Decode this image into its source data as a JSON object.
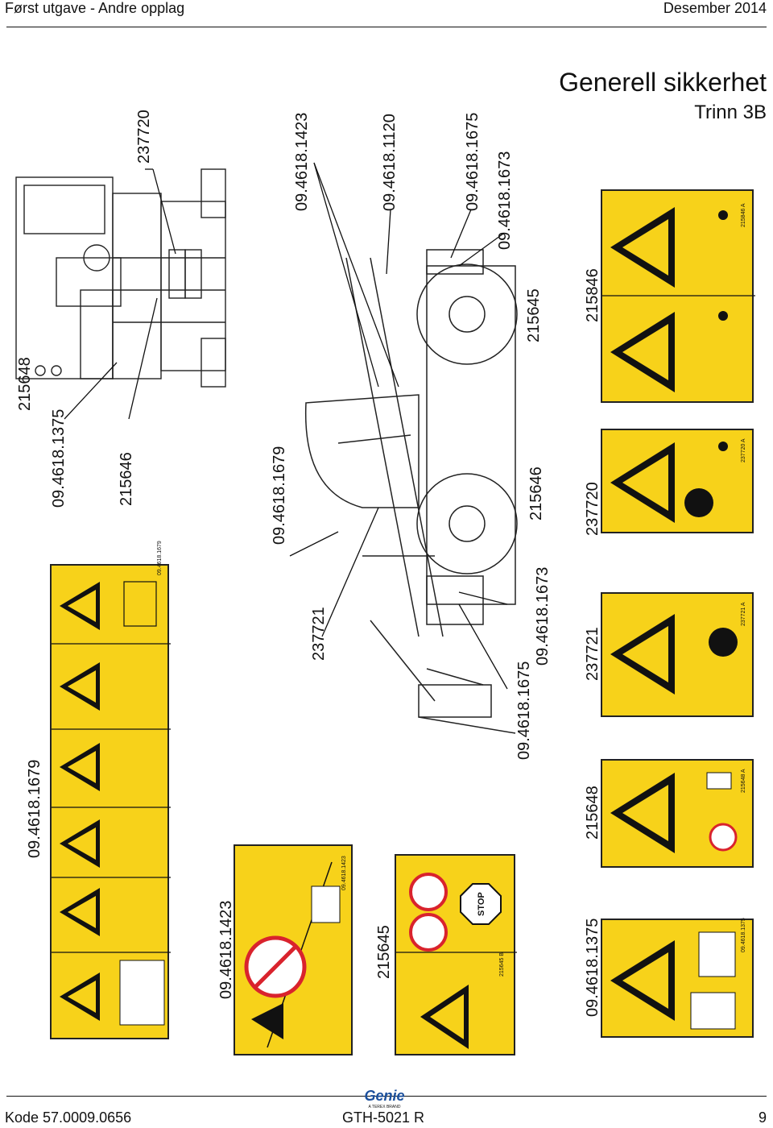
{
  "header": {
    "left": "Først utgave - Andre opplag",
    "right": "Desember 2014"
  },
  "title": {
    "main": "Generell sikkerhet",
    "sub": "Trinn 3B"
  },
  "labels": {
    "l_215648_top": "215648",
    "l_4618_1375_top": "09.4618.1375",
    "l_215646_top": "215646",
    "l_237720_top": "237720",
    "l_4618_1679_mid": "09.4618.1679",
    "l_4618_1423_top": "09.4618.1423",
    "l_4618_1120": "09.4618.1120",
    "l_4618_1675_top": "09.4618.1675",
    "l_4618_1673_top": "09.4618.1673",
    "l_215645_mid": "215645",
    "l_215646_right": "215646",
    "l_237721_mid": "237721",
    "l_4618_1673_mid": "09.4618.1673",
    "l_4618_1675_mid": "09.4618.1675",
    "l_215846": "215846",
    "l_237720_right": "237720",
    "l_237721_right": "237721",
    "l_215648_right": "215648",
    "l_4618_1375_bottom": "09.4618.1375",
    "l_4618_1679_left": "09.4618.1679",
    "l_4618_1423_left": "09.4618.1423",
    "l_215645_left": "215645"
  },
  "decals": {
    "d1679": {
      "code": "09.4618.1679"
    },
    "d1423": {
      "code": "09.4618.1423"
    },
    "d215645": {
      "code": "215645 B",
      "stop": "STOP"
    },
    "d215846": {
      "code": "215846 A"
    },
    "d237720": {
      "code": "237720 A"
    },
    "d237721": {
      "code": "237721 A"
    },
    "d215648": {
      "code": "215648 A"
    },
    "d1375": {
      "code": "09.4618.1375"
    }
  },
  "footer": {
    "code": "Kode 57.0009.0656",
    "model": "GTH-5021 R",
    "page": "9",
    "brand": "Genie",
    "brand_tag": "A TEREX BRAND"
  },
  "colors": {
    "decal_yellow": "#f7d21a",
    "ink": "#111111",
    "prohibit_red": "#d9232d",
    "brand_blue": "#1b4f9c"
  }
}
